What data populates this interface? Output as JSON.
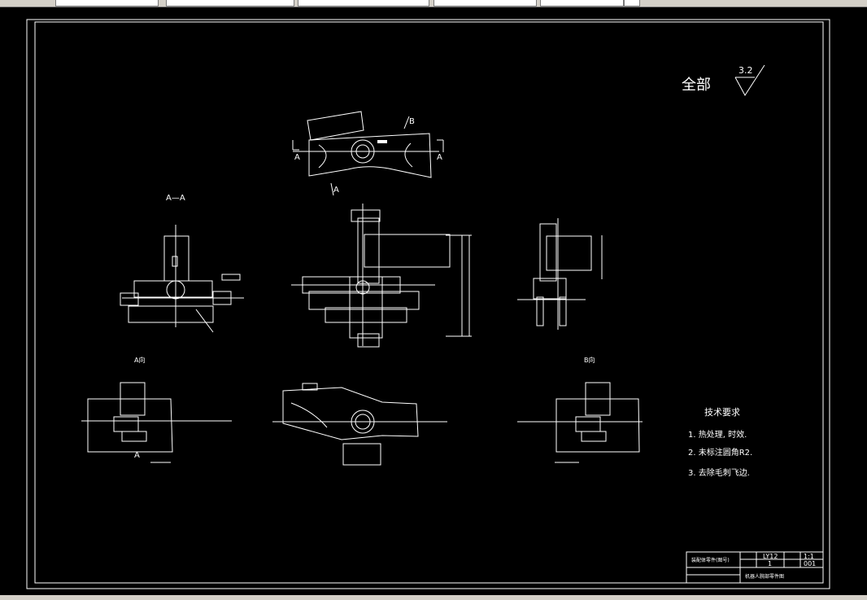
{
  "toolbar": {
    "combo_count": 6
  },
  "status": {
    "text": ""
  },
  "drawing": {
    "roughness_label": "全部",
    "roughness_value": "3.2",
    "section_aa": "A—A",
    "letter_a": "A",
    "letter_b": "B",
    "view_a_label": "A向",
    "view_b_label": "B向",
    "tech_title": "技术要求",
    "tech_notes": [
      "1. 热处理, 时效.",
      "2. 未标注圆角R2.",
      "3. 去除毛刺飞边."
    ],
    "title_block": {
      "material": "LY12",
      "scale": "1:1",
      "quantity": "1",
      "number": "001",
      "left_label": "装配体零件(图号)",
      "bottom_label": "机器人腕部零件图"
    }
  }
}
